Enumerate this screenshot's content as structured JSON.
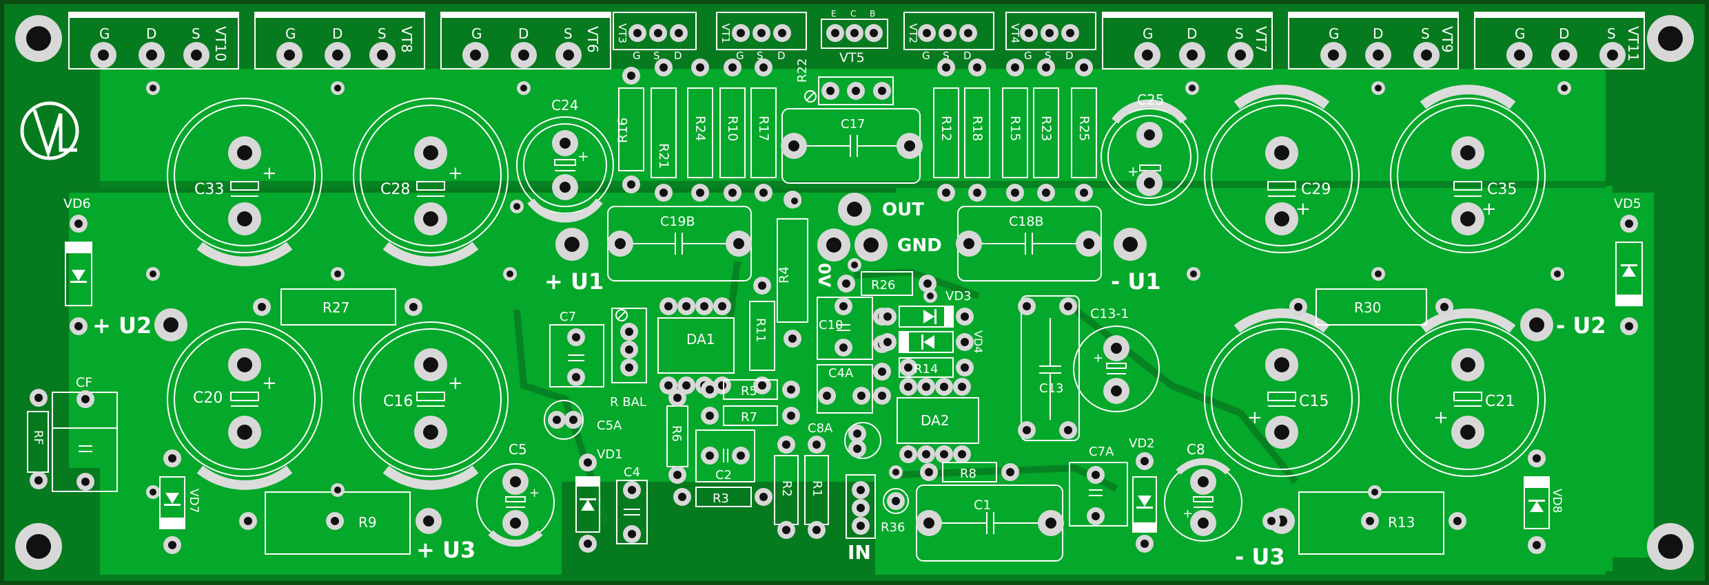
{
  "board": {
    "colors": {
      "border": "#0b4d12",
      "substrate": "#067a1e",
      "copper": "#04a82a",
      "silk": "#ffffff",
      "pad": "#d8d8d8",
      "hole": "#111111"
    },
    "logo": "logo-VL-icon"
  },
  "transistors_big": [
    {
      "ref": "VT10",
      "pins": [
        "G",
        "D",
        "S"
      ]
    },
    {
      "ref": "VT8",
      "pins": [
        "G",
        "D",
        "S"
      ]
    },
    {
      "ref": "VT6",
      "pins": [
        "G",
        "D",
        "S"
      ]
    },
    {
      "ref": "VT7",
      "pins": [
        "G",
        "D",
        "S"
      ]
    },
    {
      "ref": "VT9",
      "pins": [
        "G",
        "D",
        "S"
      ]
    },
    {
      "ref": "VT11",
      "pins": [
        "G",
        "D",
        "S"
      ]
    }
  ],
  "transistors_small": [
    {
      "ref": "VT3",
      "pins": [
        "G",
        "S",
        "D"
      ]
    },
    {
      "ref": "VT1",
      "pins": [
        "G",
        "S",
        "D"
      ]
    },
    {
      "ref": "VT2",
      "pins": [
        "G",
        "S",
        "D"
      ]
    },
    {
      "ref": "VT4",
      "pins": [
        "G",
        "S",
        "D"
      ]
    }
  ],
  "vt5": {
    "ref": "VT5",
    "pins": [
      "E",
      "C",
      "B"
    ]
  },
  "electrolytics_large": [
    "C33",
    "C28",
    "C29",
    "C35",
    "C20",
    "C16",
    "C15",
    "C21"
  ],
  "electrolytics_small": [
    "C24",
    "C25",
    "C13-1",
    "C5",
    "C8",
    "C5A"
  ],
  "film_caps": [
    "C17",
    "C19B",
    "C18B",
    "C13",
    "C10",
    "C4A",
    "C1",
    "C7A",
    "C2",
    "C4",
    "C7",
    "CF",
    "C8A"
  ],
  "resistors": [
    "R16",
    "R21",
    "R24",
    "R10",
    "R17",
    "R12",
    "R18",
    "R15",
    "R23",
    "R25",
    "R27",
    "R30",
    "R4",
    "R26",
    "R11",
    "R5",
    "R7",
    "R6",
    "R3",
    "R2",
    "R1",
    "R14",
    "R8",
    "R9",
    "R13",
    "RF",
    "R22",
    "R36"
  ],
  "diodes": [
    "VD6",
    "VD5",
    "VD7",
    "VD8",
    "VD1",
    "VD2",
    "VD3",
    "VD4"
  ],
  "ics": [
    "DA1",
    "DA2"
  ],
  "labels": {
    "out": "OUT",
    "gnd": "GND",
    "zero_v": "0V",
    "plus_u1": "+ U1",
    "minus_u1": "- U1",
    "plus_u2": "+ U2",
    "minus_u2": "- U2",
    "plus_u3": "+ U3",
    "minus_u3": "- U3",
    "in": "IN",
    "r_bal": "R BAL",
    "plus": "+"
  }
}
